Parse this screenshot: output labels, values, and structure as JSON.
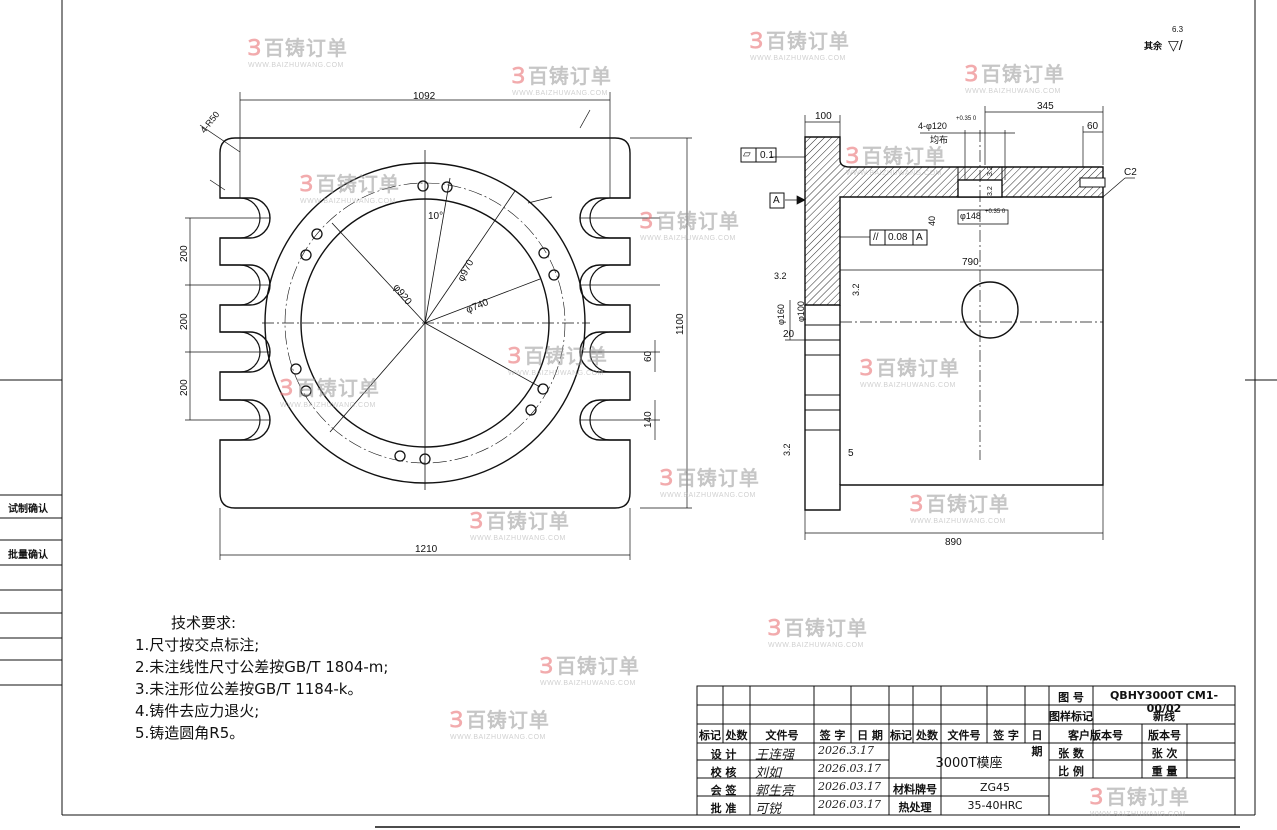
{
  "roughness_note": {
    "label": "其余",
    "value": "6.3"
  },
  "side_strip": {
    "trial_confirm": "试制确认",
    "batch_confirm": "批量确认"
  },
  "front_view": {
    "dims": {
      "top_width": "1092",
      "bottom_width": "1210",
      "height": "1100",
      "pitch_1": "200",
      "pitch_2": "200",
      "pitch_3": "200",
      "corner": "4-R50",
      "slot_60": "60",
      "slot_140": "140",
      "angle": "10°",
      "d970": "φ970",
      "d920": "φ920",
      "d740": "φ740"
    }
  },
  "section_view": {
    "dims": {
      "flange_thk": "100",
      "offset": "345",
      "end": "60",
      "holes": "4-φ120",
      "holes_tol": "+0.35 0",
      "holes_note": "均布",
      "chamfer": "C2",
      "hole_depth": "40",
      "cbore": "φ148",
      "cbore_tol": "+0.35 0",
      "inner_len": "790",
      "overall_len": "890",
      "bore_big": "φ160",
      "bore": "φ100",
      "step": "20",
      "step_small": "5",
      "rough_1": "3.2",
      "rough_2": "3.2",
      "rough_3": "3.2",
      "rough_4": "3.2",
      "rough_5": "3.2"
    },
    "gdt": {
      "flatness_value": "0.1",
      "datum": "A",
      "parallel_value": "0.08",
      "parallel_datum": "A"
    }
  },
  "tech_requirements": {
    "title": "技术要求:",
    "items": [
      "1.尺寸按交点标注;",
      "2.未注线性尺寸公差按GB/T 1804-m;",
      "3.未注形位公差按GB/T 1184-k。",
      "4.铸件去应力退火;",
      "5.铸造圆角R5。"
    ]
  },
  "title_block": {
    "drawing_no_label": "图 号",
    "drawing_no": "QBHY3000T CM1-00/02",
    "mark_label": "图样标记",
    "mark": "新线",
    "headers": [
      "标记",
      "处数",
      "文件号",
      "签 字",
      "日 期",
      "标记",
      "处数",
      "文件号",
      "签 字",
      "日 期"
    ],
    "customer_ver_label": "客户版本号",
    "version_label": "版本号",
    "sheets_label": "张 数",
    "sheet_no_label": "张 次",
    "scale_label": "比 例",
    "weight_label": "重 量",
    "part_name": "3000T模座",
    "material_label": "材料牌号",
    "material": "ZG45",
    "heat_label": "热处理",
    "heat": "35-40HRC",
    "roles": [
      {
        "role": "设 计",
        "signature": "王连强",
        "date": "2026.3.17"
      },
      {
        "role": "校 核",
        "signature": "刘如",
        "date": "2026.03.17"
      },
      {
        "role": "会 签",
        "signature": "郭生亮",
        "date": "2026.03.17"
      },
      {
        "role": "批 准",
        "signature": "可锐",
        "date": "2026.03.17"
      }
    ]
  },
  "watermark": {
    "logo": "百铸订单",
    "url": "WWW.BAIZHUWANG.COM"
  }
}
